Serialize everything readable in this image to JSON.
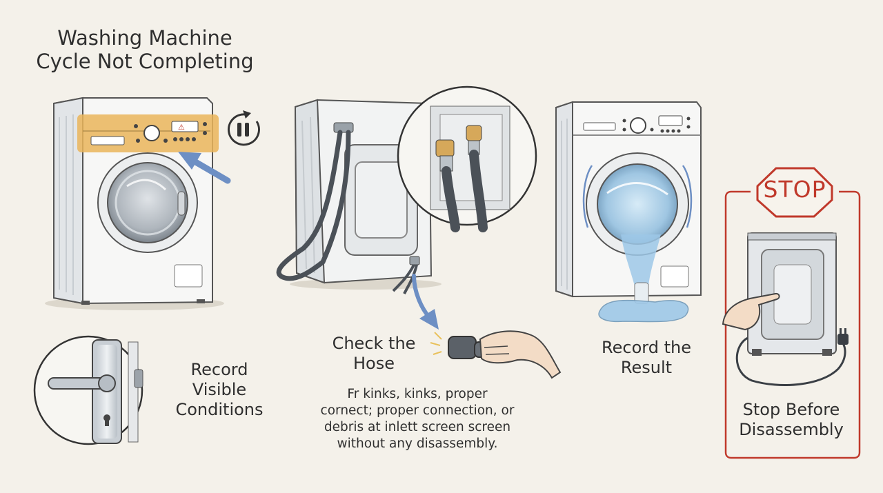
{
  "title": {
    "line1": "Washing Machine",
    "line2": "Cycle Not Completing"
  },
  "steps": {
    "record_visible": {
      "line1": "Record",
      "line2": "Visible",
      "line3": "Conditions"
    },
    "check_hose": {
      "line1": "Check the",
      "line2": "Hose",
      "note_lines": [
        "Fr kinks, kinks, proper",
        "cornect; proper connection, or",
        "debris at inlett screen screen",
        "without any disassembly."
      ]
    },
    "record_result": {
      "line1": "Record the",
      "line2": "Result"
    },
    "stop": {
      "sign": "STOP",
      "line1": "Stop Before",
      "line2": "Disassembly"
    }
  },
  "colors": {
    "background": "#f4f1ea",
    "control_highlight": "#eab55a",
    "arrow_blue": "#6d8fc4",
    "stop_red": "#c0392b",
    "water_blue": "#9ec8e8"
  },
  "icons": [
    "pause-restart-icon",
    "flashlight-icon",
    "hand-pointer-icon",
    "power-plug-icon",
    "door-handle-icon"
  ]
}
